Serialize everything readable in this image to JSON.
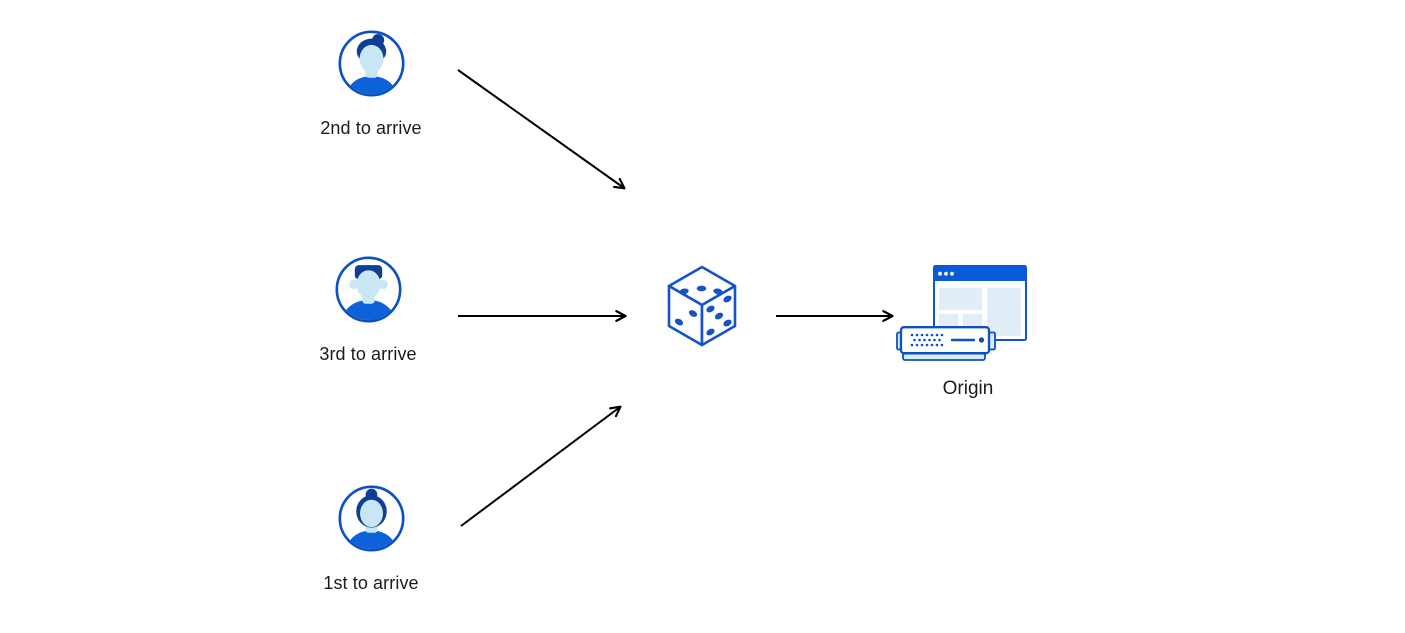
{
  "diagram": {
    "nodes": {
      "second": {
        "label": "2nd to arrive",
        "icon": "male-avatar-quiff-icon"
      },
      "third": {
        "label": "3rd to arrive",
        "icon": "male-avatar-flattop-icon"
      },
      "first": {
        "label": "1st to arrive",
        "icon": "female-avatar-bun-icon"
      },
      "dice": {
        "icon": "dice-icon"
      },
      "origin": {
        "label": "Origin",
        "icon": "origin-server-icon"
      }
    },
    "arrows": [
      {
        "from": "second",
        "to": "dice"
      },
      {
        "from": "third",
        "to": "dice"
      },
      {
        "from": "first",
        "to": "dice"
      },
      {
        "from": "dice",
        "to": "origin"
      }
    ],
    "colors": {
      "primary_blue": "#0B51C4",
      "bright_blue": "#0A5BD9",
      "dice_blue": "#1653CA",
      "light_blue_fill": "#E1EDF7",
      "panel_blue": "#D9EAF8",
      "face_blue": "#C9E6F4",
      "hair_navy": "#0D4094",
      "shirt_blue": "#0E62D9",
      "arrow_black": "#000000",
      "text_black": "#1B1B1D",
      "background": "#FFFFFF"
    }
  }
}
